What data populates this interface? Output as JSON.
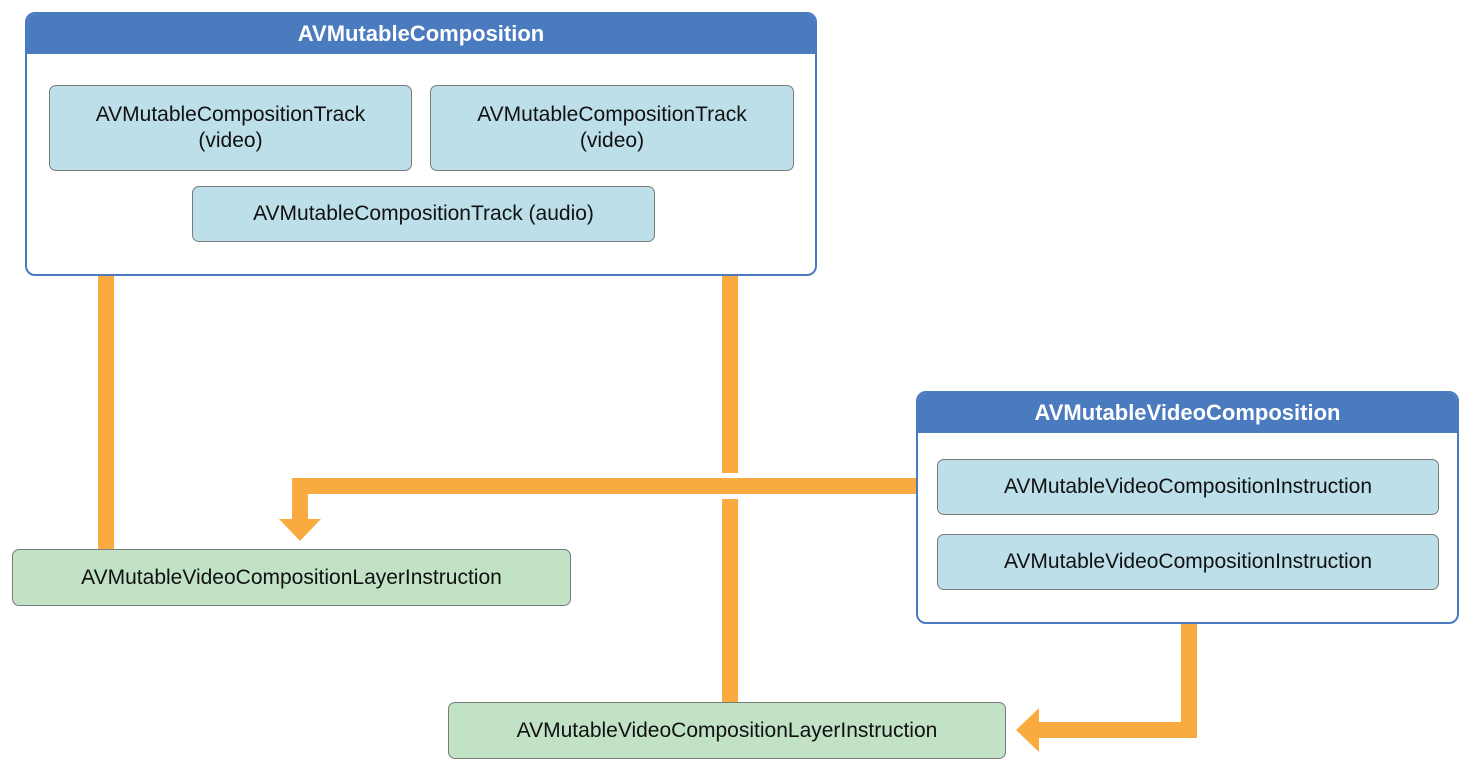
{
  "composition": {
    "title": "AVMutableComposition",
    "video_track_1": {
      "line1": "AVMutableCompositionTrack",
      "line2": "(video)"
    },
    "video_track_2": {
      "line1": "AVMutableCompositionTrack",
      "line2": "(video)"
    },
    "audio_track": "AVMutableCompositionTrack (audio)"
  },
  "video_composition": {
    "title": "AVMutableVideoComposition",
    "instruction_1": "AVMutableVideoCompositionInstruction",
    "instruction_2": "AVMutableVideoCompositionInstruction"
  },
  "layer_instruction_1": "AVMutableVideoCompositionLayerInstruction",
  "layer_instruction_2": "AVMutableVideoCompositionLayerInstruction",
  "colors": {
    "header_blue": "#4a7bbf",
    "track_fill": "#bcdfea",
    "layer_fill": "#c2e2c6",
    "arrow_orange": "#f9ab40"
  }
}
